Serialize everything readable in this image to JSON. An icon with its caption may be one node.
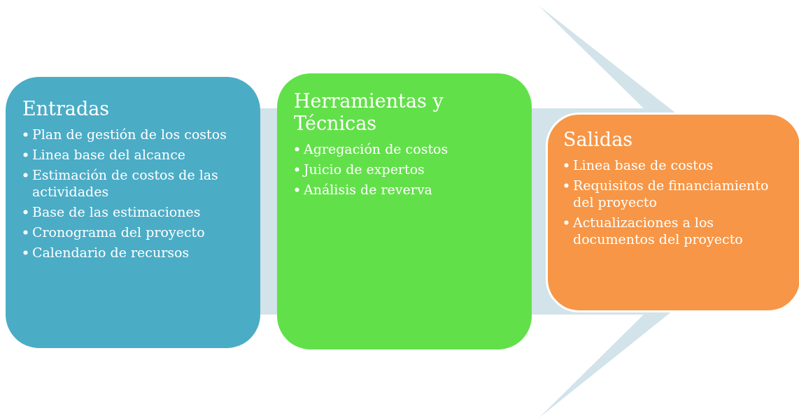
{
  "diagram": {
    "nodes": [
      {
        "text": [
          "Entradas",
          "Plan de gestión de los costos",
          "Linea base del alcance",
          "Estimación de costos de las actividades",
          "Base de las estimaciones",
          "Cronograma del proyecto",
          "Calendario de recursos"
        ]
      },
      {
        "text": [
          "Herramientas y Técnicas",
          "Agregación de costos",
          "Juicio de expertos",
          "Análisis de reverva"
        ]
      },
      {
        "text": [
          "Salidas",
          "Linea base de costos",
          "Requisitos de financiamiento del proyecto",
          "Actualizaciones a los documentos del proyecto"
        ]
      }
    ],
    "edges": [
      {
        "from": 0,
        "to": 2,
        "arrow": "to"
      }
    ]
  }
}
